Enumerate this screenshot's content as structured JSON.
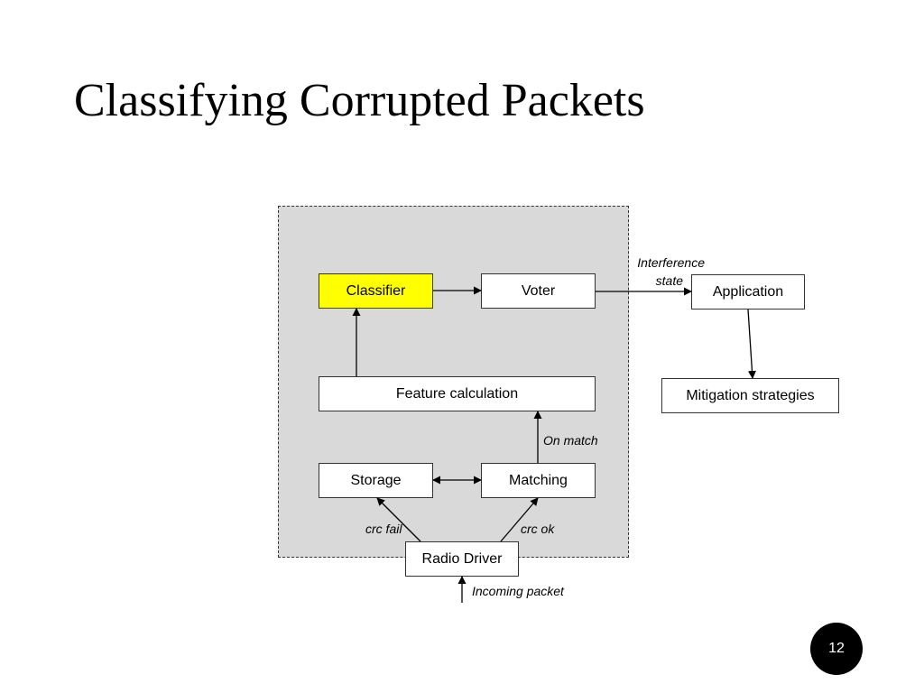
{
  "slide": {
    "title": "Classifying Corrupted Packets",
    "page_number": "12"
  },
  "diagram": {
    "nodes": {
      "classifier": "Classifier",
      "voter": "Voter",
      "application": "Application",
      "feature_calculation": "Feature calculation",
      "mitigation": "Mitigation strategies",
      "storage": "Storage",
      "matching": "Matching",
      "radio_driver": "Radio Driver"
    },
    "edge_labels": {
      "interference_line1": "Interference",
      "interference_line2": "state",
      "on_match": "On match",
      "crc_fail": "crc fail",
      "crc_ok": "crc ok",
      "incoming": "Incoming packet"
    },
    "colors": {
      "highlight": "#ffff00",
      "frame_fill": "#d9d9d9"
    }
  }
}
